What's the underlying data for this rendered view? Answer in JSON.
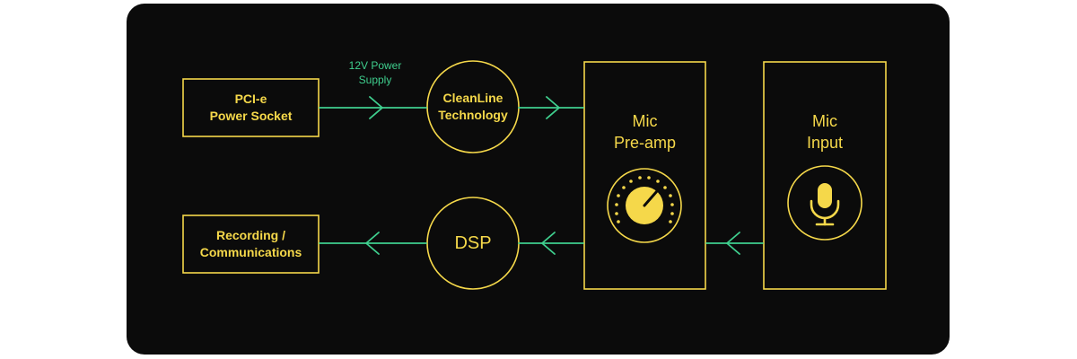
{
  "diagram": {
    "nodes": {
      "pcie": "PCI-e\nPower Socket",
      "cleanline": "CleanLine\nTechnology",
      "preamp": "Mic\nPre-amp",
      "micinput": "Mic\nInput",
      "dsp": "DSP",
      "recording": "Recording /\nCommunications"
    },
    "edge_labels": {
      "power_supply": "12V Power\nSupply"
    },
    "icons": [
      "knob-icon",
      "microphone-icon"
    ],
    "colors": {
      "background": "#0b0b0b",
      "node": "#f5d84a",
      "connector": "#3fcf8e"
    }
  }
}
